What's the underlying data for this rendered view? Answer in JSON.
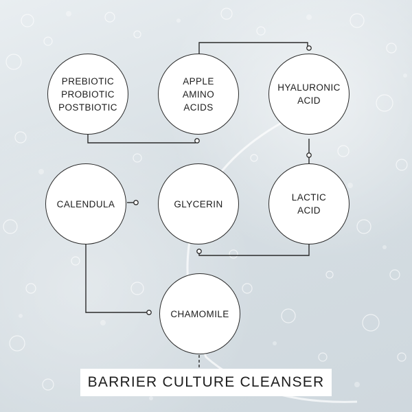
{
  "nodes": {
    "prebiotic": "PREBIOTIC\nPROBIOTIC\nPOSTBIOTIC",
    "apple_amino": "APPLE\nAMINO\nACIDS",
    "hyaluronic": "HYALURONIC\nACID",
    "calendula": "CALENDULA",
    "glycerin": "GLYCERIN",
    "lactic": "LACTIC\nACID",
    "chamomile": "CHAMOMILE"
  },
  "title": "BARRIER CULTURE CLEANSER",
  "colors": {
    "line": "#2a2a2a",
    "node_fill": "#ffffff",
    "background": "#dfe6ea"
  }
}
